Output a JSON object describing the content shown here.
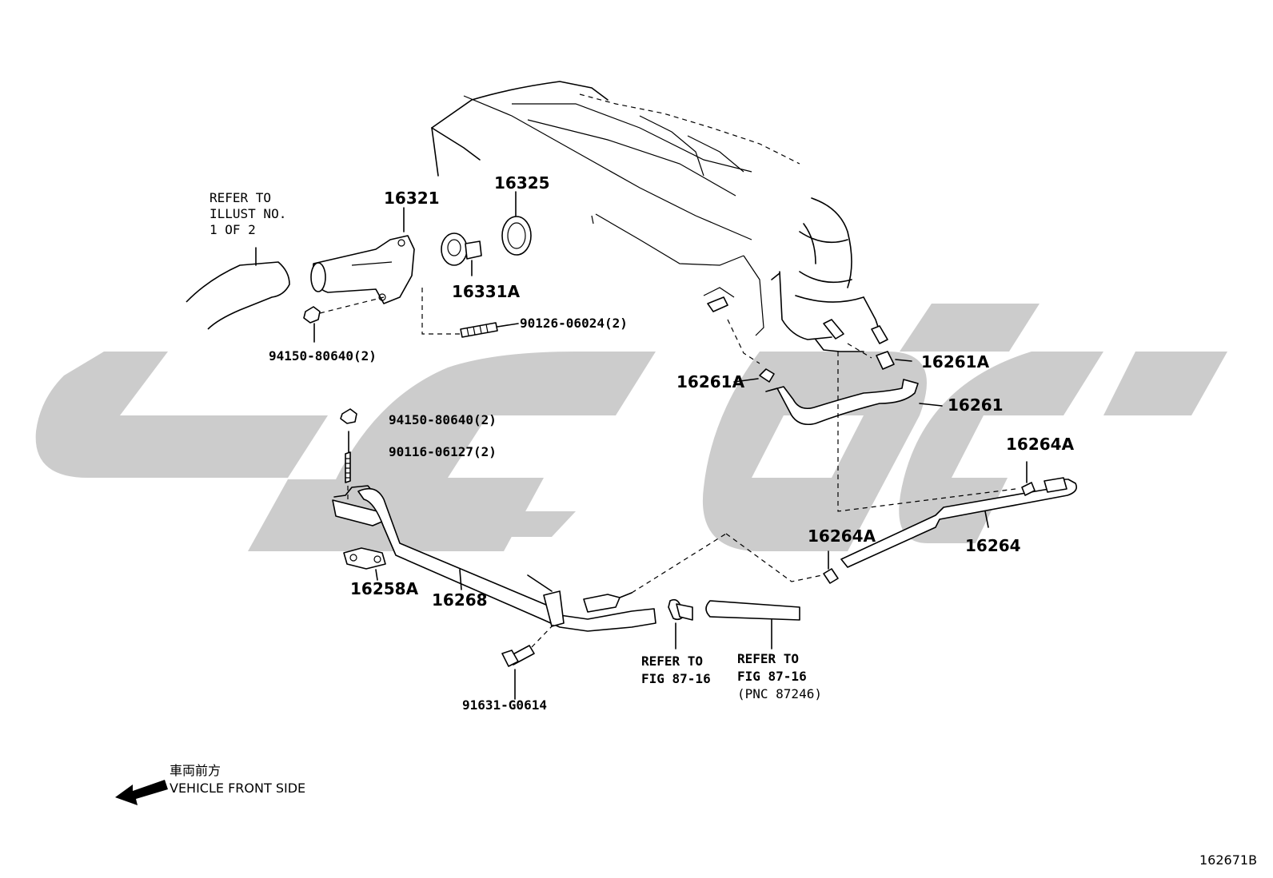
{
  "labels": {
    "p16321": "16321",
    "p16325": "16325",
    "p16331a": "16331A",
    "p94150_top": "94150-80640(2)",
    "p90126": "90126-06024(2)",
    "p16261a_left": "16261A",
    "p16261a_right": "16261A",
    "p16261": "16261",
    "p94150_mid": "94150-80640(2)",
    "p90116": "90116-06127(2)",
    "p16264a_top": "16264A",
    "p16264a_mid": "16264A",
    "p16264": "16264",
    "p16258a": "16258A",
    "p16268": "16268",
    "p91631": "91631-G0614"
  },
  "refer_illust": {
    "line1": "REFER TO",
    "line2": "ILLUST NO.",
    "line3": "1 OF 2"
  },
  "refer_fig_a": {
    "line1": "REFER TO",
    "line2": "FIG 87-16"
  },
  "refer_fig_b": {
    "line1": "REFER TO",
    "line2": "FIG 87-16",
    "line3": "(PNC 87246)"
  },
  "direction": {
    "japanese": "車両前方",
    "english": "VEHICLE FRONT SIDE"
  },
  "illustration_number": "162671B",
  "colors": {
    "line": "#000000",
    "watermark": "#cccccc",
    "background": "#ffffff"
  }
}
